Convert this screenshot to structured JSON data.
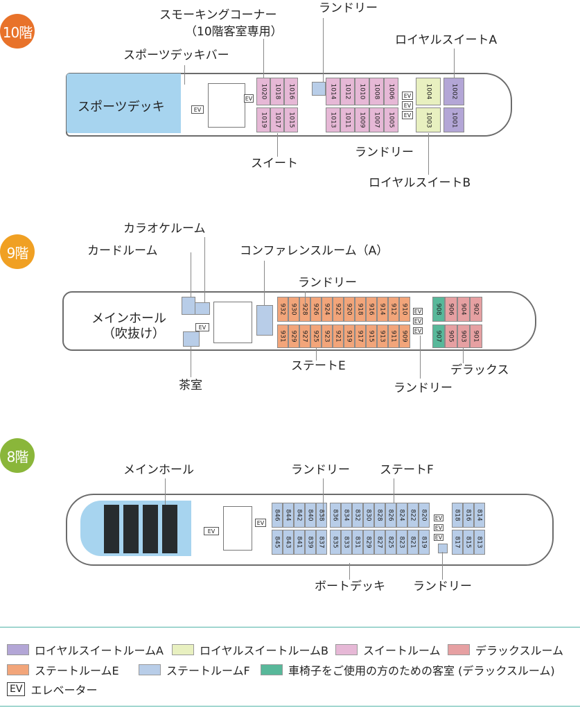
{
  "floors": {
    "f10": {
      "badge": "10階",
      "badge_color": "#e8722a",
      "labels": {
        "smoking": "スモーキングコーナー",
        "smoking_note": "（10階客室専用）",
        "laundry_top": "ランドリー",
        "royal_a": "ロイヤルスイートA",
        "sports_bar": "スポーツデッキバー",
        "sports_deck": "スポーツデッキ",
        "suite": "スイート",
        "laundry_bottom": "ランドリー",
        "royal_b": "ロイヤルスイートB"
      },
      "rooms_top": [
        "1020",
        "1018",
        "1016",
        "1014",
        "1012",
        "1010",
        "1008",
        "1006",
        "1004",
        "1002"
      ],
      "rooms_bottom": [
        "1019",
        "1017",
        "1015",
        "1013",
        "1011",
        "1009",
        "1007",
        "1005",
        "1003",
        "1001"
      ],
      "ev": "EV"
    },
    "f9": {
      "badge": "9階",
      "badge_color": "#f0a023",
      "labels": {
        "karaoke": "カラオケルーム",
        "card": "カードルーム",
        "conference": "コンファレンスルーム（A）",
        "laundry_top": "ランドリー",
        "main_hall": "メインホール",
        "main_hall_note": "（吹抜け）",
        "state_e": "ステートE",
        "deluxe": "デラックス",
        "tea_room": "茶室",
        "laundry_bottom": "ランドリー"
      },
      "rooms_top": [
        "932",
        "930",
        "928",
        "926",
        "924",
        "922",
        "920",
        "918",
        "916",
        "914",
        "912",
        "910",
        "908",
        "906",
        "904",
        "902"
      ],
      "rooms_bottom": [
        "931",
        "929",
        "927",
        "925",
        "923",
        "921",
        "919",
        "917",
        "915",
        "913",
        "911",
        "909",
        "907",
        "905",
        "903",
        "901"
      ],
      "ev": "EV"
    },
    "f8": {
      "badge": "8階",
      "badge_color": "#8ab63a",
      "labels": {
        "main_hall": "メインホール",
        "laundry_top": "ランドリー",
        "state_f": "ステートF",
        "boat_deck": "ボートデッキ",
        "laundry_bottom": "ランドリー"
      },
      "rooms_top": [
        "846",
        "844",
        "842",
        "840",
        "838",
        "836",
        "834",
        "832",
        "830",
        "828",
        "826",
        "824",
        "822",
        "820",
        "818",
        "816",
        "814"
      ],
      "rooms_bottom": [
        "845",
        "843",
        "841",
        "839",
        "837",
        "835",
        "833",
        "831",
        "829",
        "827",
        "825",
        "823",
        "821",
        "819",
        "817",
        "815",
        "813"
      ],
      "ev": "EV"
    }
  },
  "legend": {
    "royal_a": "ロイヤルスイートルームA",
    "royal_b": "ロイヤルスイートルームB",
    "suite": "スイートルーム",
    "deluxe": "デラックスルーム",
    "state_e": "ステートルームE",
    "state_f": "ステートルームF",
    "accessible": "車椅子をご使用の方のための客室 (デラックスルーム)",
    "ev_box": "EV",
    "ev": "エレベーター"
  },
  "colors": {
    "royal_a": "#b3a6d6",
    "royal_b": "#e8f0c0",
    "suite": "#e6b8d6",
    "deluxe": "#e6a0a2",
    "state_e": "#f2a57a",
    "state_f": "#b8cde8",
    "accessible": "#58b89a",
    "deck_blue": "#a7d4ef"
  }
}
